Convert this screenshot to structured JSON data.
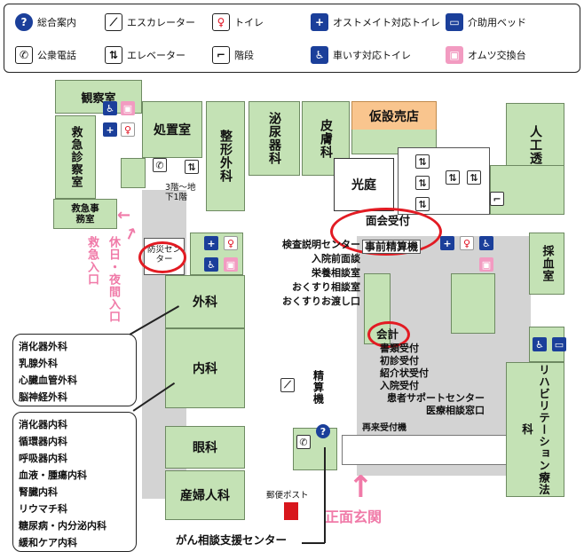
{
  "legend": {
    "info": "総合案内",
    "escalator": "エスカレーター",
    "toilet": "トイレ",
    "ostomate_toilet": "オストメイト対応トイレ",
    "care_bed": "介助用ベッド",
    "public_phone": "公衆電話",
    "elevator": "エレベーター",
    "stairs": "階段",
    "wheelchair_toilet": "車いす対応トイレ",
    "diaper": "オムツ交換台"
  },
  "rooms": {
    "observation": "観察室",
    "treatment": "処置室",
    "orthopedics": "整形外科",
    "urology": "泌尿器科",
    "dermatology": "皮膚科",
    "temp_shop": "仮設売店",
    "dialysis": "人工透析室",
    "emergency_exam": "救急診察室",
    "courtyard": "光庭",
    "emergency_office": "救急事務室",
    "disaster_center": "防災センター",
    "surgery": "外科",
    "internal": "内科",
    "ophthalmology": "眼科",
    "obgyn": "産婦人科",
    "blood_draw": "採血室",
    "rehab": "リハビリテーション療法科",
    "cashier_machine": "精算機"
  },
  "labels": {
    "floors": "3階～地下1階",
    "emergency_entrance": "救急入口",
    "holiday_entrance": "休日・夜間入口",
    "visit_reception": "面会受付",
    "advance_payment": "事前精算機",
    "main_left_list": [
      "検査説明センター",
      "入院前面談",
      "栄養相談室",
      "おくすり相談室",
      "おくすりお渡し口"
    ],
    "accounting": "会計",
    "main_right_list": [
      "書類受付",
      "初診受付",
      "紹介状受付",
      "入院受付",
      "患者サポートセンター",
      "医療相談窓口"
    ],
    "revisit": "再来受付機",
    "mailbox": "郵便ポスト",
    "main_entrance": "正面玄関",
    "cancer_center": "がん相談支援センター"
  },
  "callouts": {
    "surgery_depts": [
      "消化器外科",
      "乳腺外科",
      "心臓血管外科",
      "脳神経外科"
    ],
    "internal_depts": [
      "消化器内科",
      "循環器内科",
      "呼吸器内科",
      "血液・腫瘍内科",
      "腎臓内科",
      "リウマチ科",
      "糖尿病・内分泌内科",
      "緩和ケア内科"
    ]
  },
  "colors": {
    "room_green": "#c4e2b5",
    "corridor_gray": "#d3d3d3",
    "shop_orange": "#f9c58e",
    "accent_red": "#e21b23",
    "entrance_pink": "#f07aa8",
    "icon_blue": "#1b3f9a"
  }
}
